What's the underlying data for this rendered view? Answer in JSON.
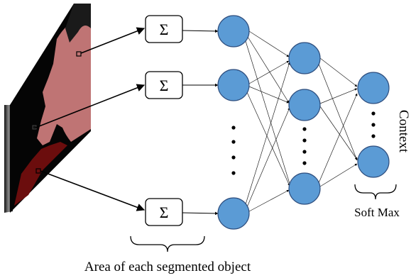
{
  "labels": {
    "sum_symbol": "Σ",
    "area_caption": "Area of each segmented object",
    "softmax_caption": "Soft Max",
    "context_label": "Context"
  },
  "colors": {
    "neuron_fill": "#5b9bd5",
    "neuron_stroke": "#2f4f7f",
    "panel_overlay": "#c97a7a",
    "panel_dark": "#050505",
    "panel_red": "#6b0d0d"
  },
  "network": {
    "sum_boxes": 3,
    "input_neurons_shown": 3,
    "hidden_neurons_shown": 3,
    "output_neurons_shown": 2,
    "ellipsis_between_neurons": true
  }
}
